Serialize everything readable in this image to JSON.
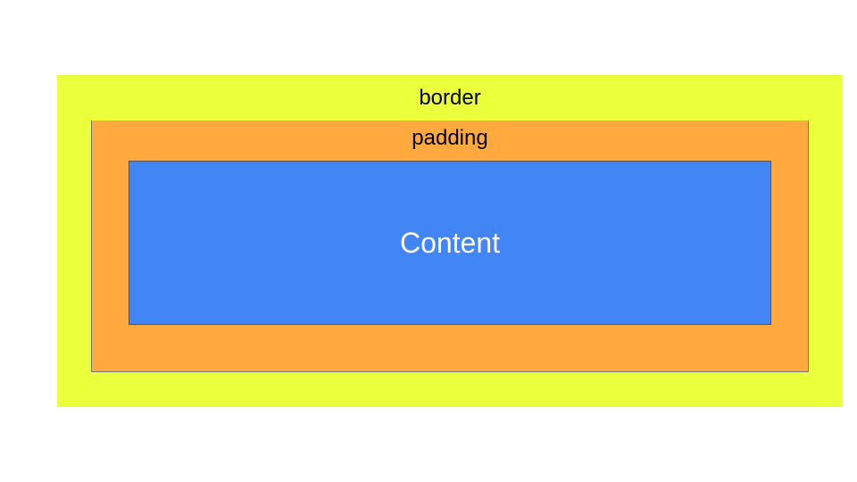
{
  "diagram": {
    "border": {
      "label": "border",
      "color": "#ebff3a"
    },
    "padding": {
      "label": "padding",
      "color": "#ffa93f"
    },
    "content": {
      "label": "Content",
      "color": "#4285f4",
      "text_color": "#ffffff"
    }
  }
}
